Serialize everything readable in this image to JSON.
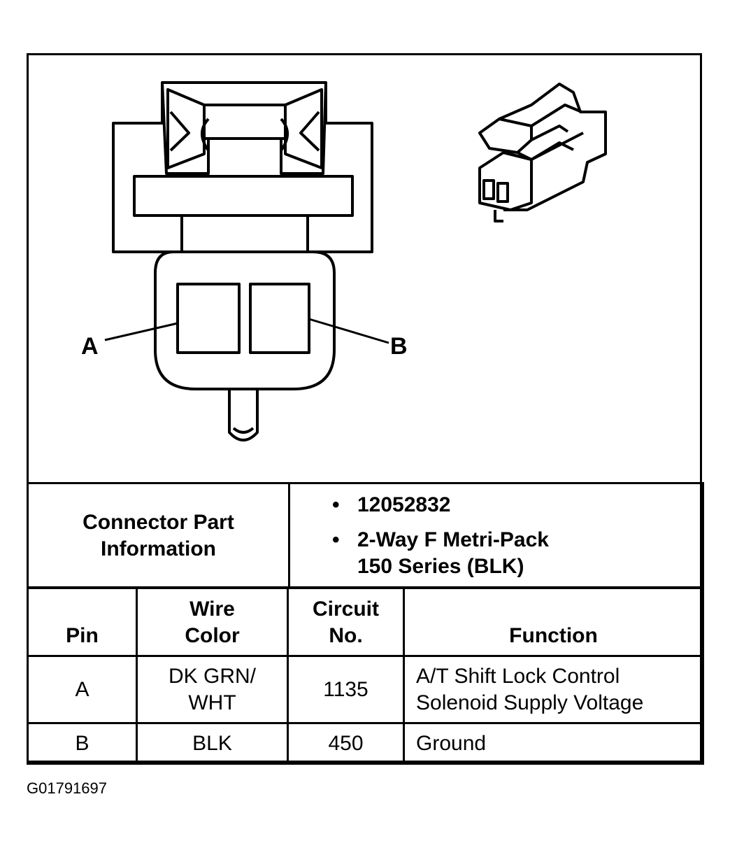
{
  "connector": {
    "pin_labels": [
      "A",
      "B"
    ],
    "part_info_label_line1": "Connector Part",
    "part_info_label_line2": "Information",
    "part_bullets": [
      "12052832",
      "2-Way F Metri-Pack",
      "150 Series (BLK)"
    ],
    "bullet_char": "•"
  },
  "pin_table": {
    "headers": {
      "pin": "Pin",
      "wire_color_line1": "Wire",
      "wire_color_line2": "Color",
      "circuit_line1": "Circuit",
      "circuit_line2": "No.",
      "function": "Function"
    },
    "rows": [
      {
        "pin": "A",
        "wire_line1": "DK GRN/",
        "wire_line2": "WHT",
        "circuit": "1135",
        "function_line1": "A/T Shift Lock Control",
        "function_line2": "Solenoid Supply Voltage"
      },
      {
        "pin": "B",
        "wire_line1": "BLK",
        "wire_line2": "",
        "circuit": "450",
        "function_line1": "Ground",
        "function_line2": ""
      }
    ]
  },
  "figure_id": "G01791697"
}
